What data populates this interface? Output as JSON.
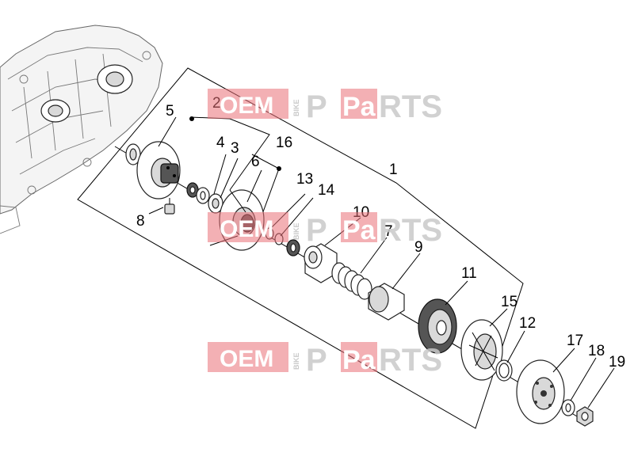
{
  "watermark": {
    "left": "OEM",
    "middle": "BIKE",
    "right_box": "Pa",
    "right_text": "RTS"
  },
  "callouts": {
    "c1": "1",
    "c2": "2",
    "c3": "3",
    "c4": "4",
    "c5": "5",
    "c6": "6",
    "c7": "7",
    "c8": "8",
    "c9": "9",
    "c10": "10",
    "c11": "11",
    "c12": "12",
    "c13": "13",
    "c14": "14",
    "c15": "15",
    "c16": "16",
    "c17": "17",
    "c18": "18",
    "c19": "19"
  },
  "colors": {
    "watermark_red": "#e96f76",
    "watermark_grey": "#c9c9c9"
  }
}
